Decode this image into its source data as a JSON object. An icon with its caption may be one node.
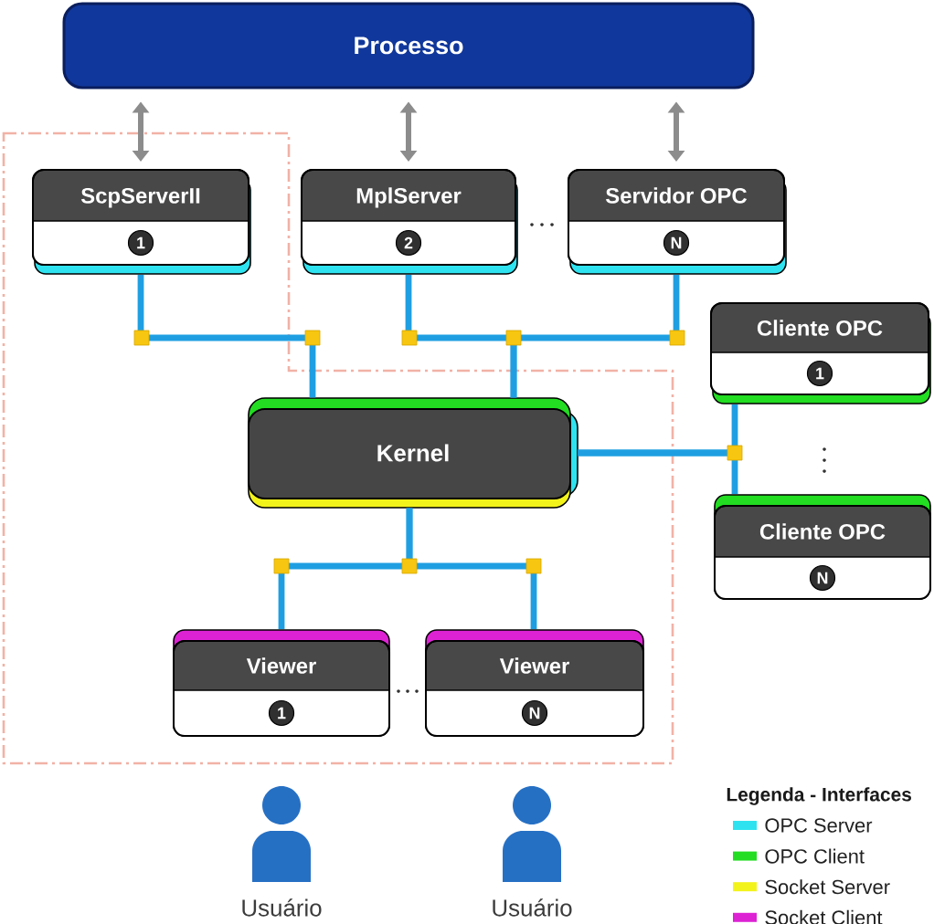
{
  "diagram": {
    "nodes": [
      {
        "text": [
          "Processo"
        ]
      },
      {
        "text": [
          "ScpServerII",
          "1"
        ]
      },
      {
        "text": [
          "MplServer",
          "2"
        ]
      },
      {
        "text": [
          "Servidor OPC",
          "N"
        ]
      },
      {
        "text": [
          "Cliente OPC",
          "1"
        ]
      },
      {
        "text": [
          "Kernel"
        ]
      },
      {
        "text": [
          "Cliente OPC",
          "N"
        ]
      },
      {
        "text": [
          "Viewer",
          "1"
        ]
      },
      {
        "text": [
          "Viewer",
          "N"
        ]
      },
      {
        "text": [
          "Usuário"
        ]
      },
      {
        "text": [
          "Usuário"
        ]
      }
    ],
    "edges": [
      {
        "from": 0,
        "to": 1,
        "arrow": "both",
        "color": "#8c8c8c"
      },
      {
        "from": 0,
        "to": 2,
        "arrow": "both",
        "color": "#8c8c8c"
      },
      {
        "from": 0,
        "to": 3,
        "arrow": "both",
        "color": "#8c8c8c"
      },
      {
        "from": 1,
        "to": 5,
        "arrow": "none"
      },
      {
        "from": 2,
        "to": 5,
        "arrow": "none"
      },
      {
        "from": 3,
        "to": 5,
        "arrow": "none"
      },
      {
        "from": 5,
        "to": 4,
        "arrow": "none"
      },
      {
        "from": 5,
        "to": 6,
        "arrow": "none"
      },
      {
        "from": 5,
        "to": 7,
        "arrow": "none"
      },
      {
        "from": 5,
        "to": 8,
        "arrow": "none"
      }
    ],
    "labels": [
      "Legenda - Interfaces"
    ],
    "legend": [
      {
        "text": "OPC Server",
        "color": "#2ee3ef"
      },
      {
        "text": "OPC Client",
        "color": "#22dd22"
      },
      {
        "text": "Socket Server",
        "color": "#f3f31c"
      },
      {
        "text": "Socket Client",
        "color": "#dd22d4"
      }
    ]
  }
}
